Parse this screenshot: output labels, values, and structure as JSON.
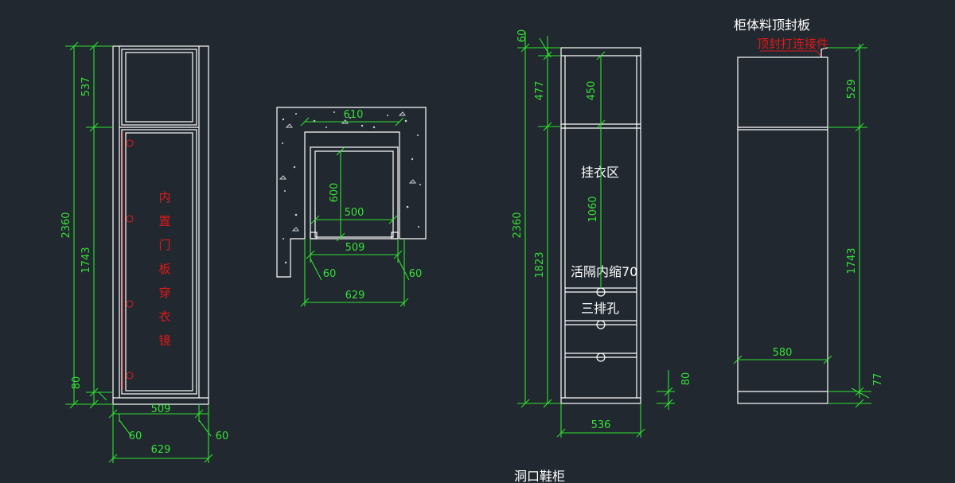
{
  "colors": {
    "background": "#212830",
    "outline": "#ffffff",
    "dimension": "#35e135",
    "note": "#e01818"
  },
  "view1": {
    "dims": {
      "d2360": "2360",
      "d537": "537",
      "d1743": "1743",
      "d80": "80",
      "d509": "509",
      "d60a": "60",
      "d60b": "60",
      "d629": "629"
    },
    "note_chars": [
      "内",
      "置",
      "门",
      "板",
      "穿",
      "衣",
      "镜"
    ]
  },
  "view2": {
    "dims": {
      "d610": "610",
      "d600": "600",
      "d500": "500",
      "d509": "509",
      "d60a": "60",
      "d60b": "60",
      "d629": "629"
    }
  },
  "view3": {
    "dims": {
      "d60": "60",
      "d477": "477",
      "d450": "450",
      "d2360": "2360",
      "d1823": "1823",
      "d1060": "1060",
      "d80": "80",
      "d536": "536"
    },
    "labels": {
      "hanging": "挂衣区",
      "shelf": "活隔内缩70",
      "holes": "三排孔"
    },
    "caption": "洞口鞋柜"
  },
  "view4": {
    "title": "柜体料顶封板",
    "note": "顶封打连接件",
    "dims": {
      "d529": "529",
      "d1743": "1743",
      "d580": "580",
      "d77": "77"
    }
  }
}
